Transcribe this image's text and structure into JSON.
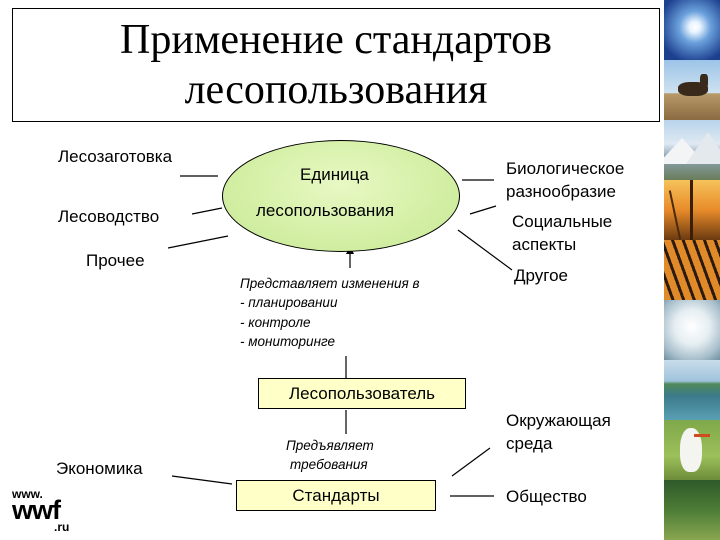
{
  "title": {
    "line1": "Применение стандартов",
    "line2": "лесопользования"
  },
  "left_labels": {
    "logging": "Лесозаготовка",
    "silviculture": "Лесоводство",
    "other": "Прочее",
    "economy": "Экономика"
  },
  "ellipse": {
    "line1": "Единица",
    "line2": "лесопользования"
  },
  "represents": {
    "line1": "Представляет изменения в",
    "line2": "- планировании",
    "line3": "- контроле",
    "line4": "- мониторинге"
  },
  "forest_user": "Лесопользователь",
  "demands": {
    "line1": "Предъявляет",
    "line2": "требования"
  },
  "standards": "Стандарты",
  "right_labels": {
    "biodiversity_1": "Биологическое",
    "biodiversity_2": "разнообразие",
    "social_1": "Социальные",
    "social_2": "аспекты",
    "other": "Другое",
    "environment_1": "Окружающая",
    "environment_2": "среда",
    "society": "Общество"
  },
  "logo": {
    "www": "www.",
    "wwf": "wwf",
    "ru": ".ru"
  },
  "colors": {
    "ellipse_fill": "#d3efa4",
    "box_fill": "#ffffc8",
    "line": "#000000"
  },
  "photo_strip": [
    "sky-sun-photo",
    "horse-photo",
    "mountains-photo",
    "sunset-photo",
    "tiger-photo",
    "snow-tree-photo",
    "lake-photo",
    "stork-photo",
    "forest-photo"
  ]
}
